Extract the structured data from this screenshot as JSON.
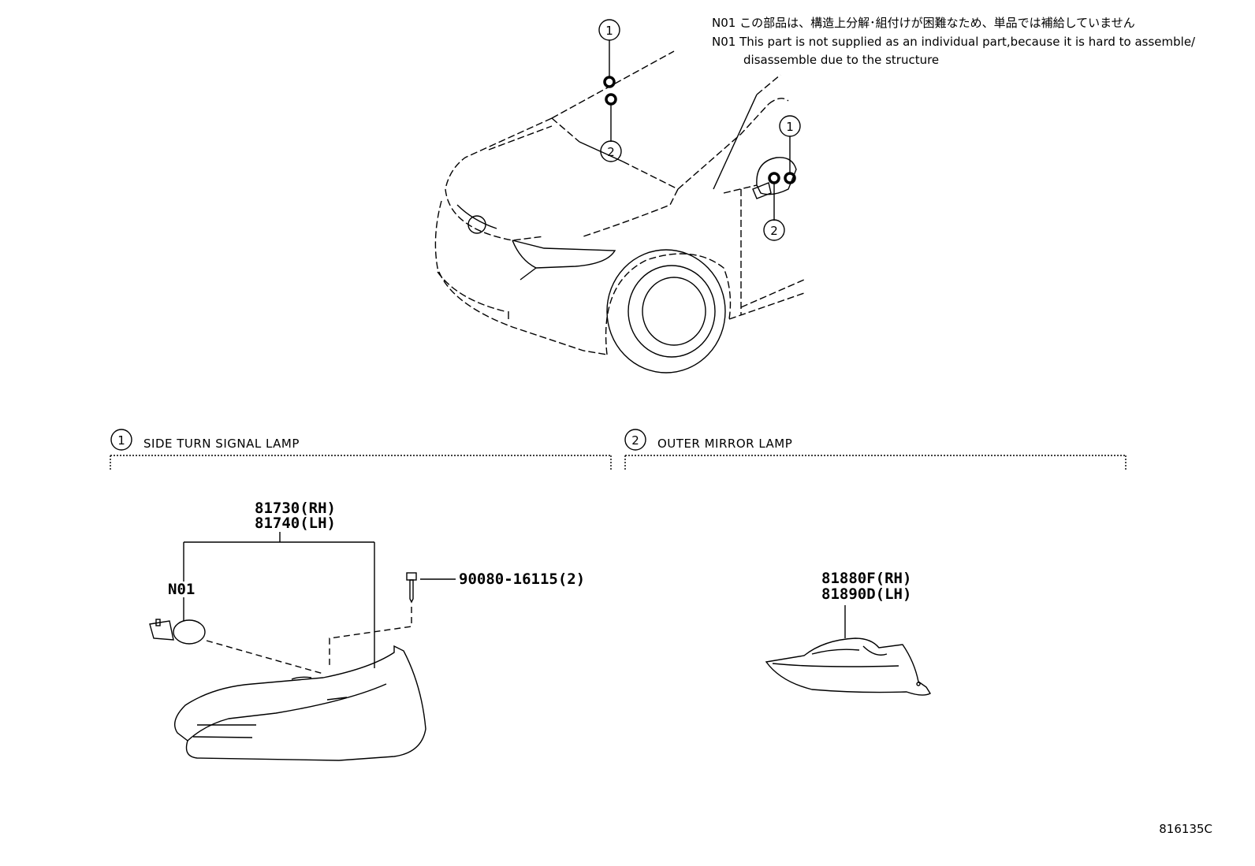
{
  "notes": {
    "jp_code": "N01",
    "jp_text": "この部品は、構造上分解･組付けが困難なため、単品では補給していません",
    "en_code": "N01",
    "en_line1": "This part is not supplied as an individual part,because it is hard to assemble/",
    "en_line2": "disassemble due to the structure"
  },
  "callouts": {
    "one": "1",
    "two": "2"
  },
  "sections": {
    "left": {
      "number": "1",
      "title": "SIDE TURN SIGNAL LAMP"
    },
    "right": {
      "number": "2",
      "title": "OUTER MIRROR LAMP"
    }
  },
  "parts": {
    "turn_lamp_rh": "81730(RH)",
    "turn_lamp_lh": "81740(LH)",
    "bulb_note": "N01",
    "screw": "90080-16115(2)",
    "mirror_lamp_rh": "81880F(RH)",
    "mirror_lamp_lh": "81890D(LH)"
  },
  "diagram_id": "816135C"
}
